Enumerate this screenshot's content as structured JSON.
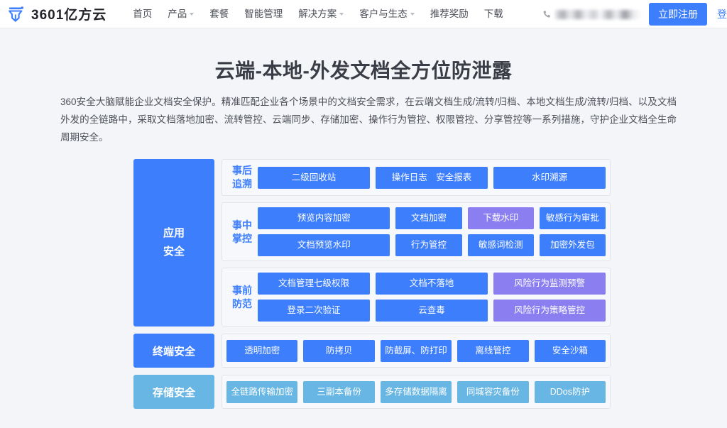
{
  "nav": {
    "brand_name": "3601亿方云",
    "logo_icon": "shield-logo-icon",
    "links": [
      {
        "label": "首页",
        "has_caret": false
      },
      {
        "label": "产品",
        "has_caret": true
      },
      {
        "label": "套餐",
        "has_caret": false
      },
      {
        "label": "智能管理",
        "has_caret": false
      },
      {
        "label": "解决方案",
        "has_caret": true
      },
      {
        "label": "客户与生态",
        "has_caret": true
      },
      {
        "label": "推荐奖励",
        "has_caret": false
      },
      {
        "label": "下载",
        "has_caret": false
      }
    ],
    "phone_icon": "phone-icon",
    "phone_blurred": "",
    "register_label": "立即注册",
    "login_label": "登录"
  },
  "hero": {
    "title": "云端-本地-外发文档全方位防泄露",
    "description": "360安全大脑赋能企业文档安全保护。精准匹配企业各个场景中的文档安全需求，在云端文档生成/流转/归档、本地文档生成/流转/归档、以及文档外发的全链路中，采取文档落地加密、流转管控、云端同步、存储加密、操作行为管控、权限管控、分享管控等一系列措施，守护企业文档全生命周期安全。"
  },
  "diagram": {
    "application_security": {
      "label": "应用\n安全",
      "label_line1": "应用",
      "label_line2": "安全",
      "groups": [
        {
          "label_line1": "事后",
          "label_line2": "追溯",
          "rows": [
            [
              {
                "text": "二级回收站",
                "color": "blue",
                "span": 2
              },
              {
                "text": "操作日志　安全报表",
                "color": "blue",
                "span": 2
              },
              {
                "text": "水印溯源",
                "color": "blue",
                "span": 2
              }
            ]
          ]
        },
        {
          "label_line1": "事中",
          "label_line2": "掌控",
          "rows": [
            [
              {
                "text": "预览内容加密",
                "color": "blue",
                "span": 2
              },
              {
                "text": "文档加密",
                "color": "blue",
                "span": 1
              },
              {
                "text": "下载水印",
                "color": "purple",
                "span": 1
              },
              {
                "text": "敏感行为审批",
                "color": "blue",
                "span": 1
              }
            ],
            [
              {
                "text": "文档预览水印",
                "color": "blue",
                "span": 2
              },
              {
                "text": "行为管控",
                "color": "blue",
                "span": 1
              },
              {
                "text": "敏感词检测",
                "color": "blue",
                "span": 1
              },
              {
                "text": "加密外发包",
                "color": "blue",
                "span": 1
              }
            ]
          ]
        },
        {
          "label_line1": "事前",
          "label_line2": "防范",
          "rows": [
            [
              {
                "text": "文档管理七级权限",
                "color": "blue",
                "span": 2
              },
              {
                "text": "文档不落地",
                "color": "blue",
                "span": 2
              },
              {
                "text": "风险行为监测预警",
                "color": "purple",
                "span": 2
              }
            ],
            [
              {
                "text": "登录二次验证",
                "color": "blue",
                "span": 2
              },
              {
                "text": "云查毒",
                "color": "blue",
                "span": 2
              },
              {
                "text": "风险行为策略管控",
                "color": "purple",
                "span": 2
              }
            ]
          ]
        }
      ]
    },
    "endpoint_security": {
      "label": "终端安全",
      "tiles": [
        {
          "text": "透明加密",
          "color": "blue"
        },
        {
          "text": "防拷贝",
          "color": "blue"
        },
        {
          "text": "防截屏、防打印",
          "color": "blue"
        },
        {
          "text": "离线管控",
          "color": "blue"
        },
        {
          "text": "安全沙箱",
          "color": "blue"
        }
      ]
    },
    "storage_security": {
      "label": "存储安全",
      "tiles": [
        {
          "text": "全链路传输加密",
          "color": "sky"
        },
        {
          "text": "三副本备份",
          "color": "sky"
        },
        {
          "text": "多存储数据隔离",
          "color": "sky"
        },
        {
          "text": "同城容灾备份",
          "color": "sky"
        },
        {
          "text": "DDos防护",
          "color": "sky"
        }
      ]
    }
  },
  "colors": {
    "brand_blue": "#3d7efc",
    "purple": "#8b7ef0",
    "sky_blue": "#68b6e3",
    "page_bg": "#f4f5f9",
    "group_bg": "#f7f8fb",
    "group_border": "#e2e4ea"
  }
}
